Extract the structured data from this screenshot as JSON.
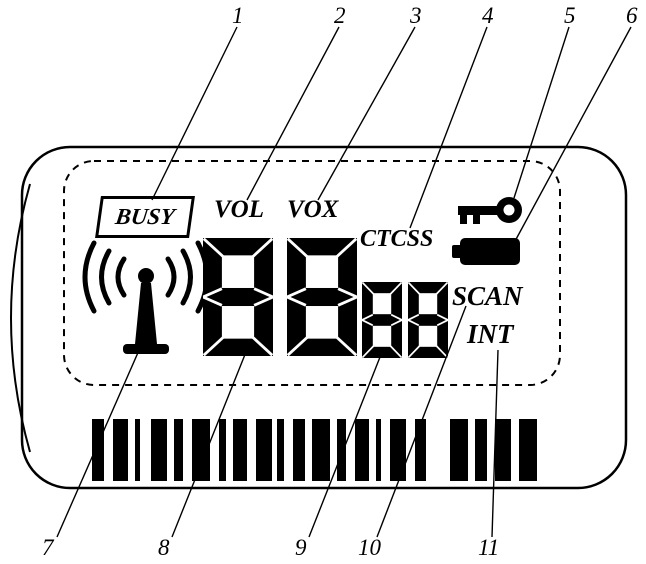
{
  "colors": {
    "ink": "#000000",
    "background": "#ffffff"
  },
  "lcd": {
    "status_labels": {
      "busy": "BUSY",
      "vol": "VOL",
      "vox": "VOX",
      "ctcss": "CTCSS",
      "scan": "SCAN",
      "int": "INT"
    },
    "display": {
      "large_digits": "88",
      "small_digits": "88"
    },
    "icons": [
      "signal-antenna-icon",
      "key-icon",
      "battery-icon"
    ]
  },
  "callouts": [
    {
      "label": "1"
    },
    {
      "label": "2"
    },
    {
      "label": "3"
    },
    {
      "label": "4"
    },
    {
      "label": "5"
    },
    {
      "label": "6"
    },
    {
      "label": "7"
    },
    {
      "label": "8"
    },
    {
      "label": "9"
    },
    {
      "label": "10"
    },
    {
      "label": "11"
    }
  ],
  "zebra_strip": {
    "bar_widths": [
      12,
      15,
      5,
      16,
      9,
      18,
      7,
      14,
      16,
      7,
      12,
      18,
      9,
      14,
      5,
      16,
      11,
      18,
      12,
      16,
      18
    ],
    "bar_gaps": [
      9,
      7,
      11,
      7,
      9,
      9,
      7,
      9,
      5,
      9,
      7,
      7,
      9,
      7,
      9,
      9,
      24,
      7,
      8,
      8,
      0
    ]
  }
}
